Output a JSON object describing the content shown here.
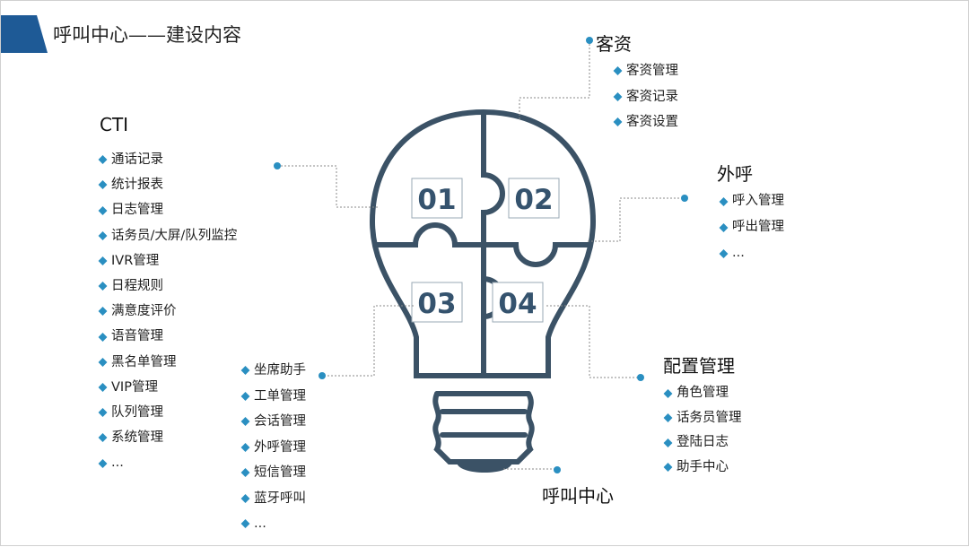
{
  "title": "呼叫中心——建设内容",
  "colors": {
    "accent": "#2a8fc1",
    "bulb": "#3b5266",
    "banner": "#1e5a96"
  },
  "center_label": "呼叫中心",
  "numbers": [
    "01",
    "02",
    "03",
    "04"
  ],
  "groups": {
    "cti": {
      "title": "CTI",
      "items": [
        "通话记录",
        "统计报表",
        "日志管理",
        "话务员/大屏/队列监控",
        "IVR管理",
        "日程规则",
        "满意度评价",
        "语音管理",
        "黑名单管理",
        "VIP管理",
        "队列管理",
        "系统管理",
        "..."
      ]
    },
    "kezi": {
      "title": "客资",
      "items": [
        "客资管理",
        "客资记录",
        "客资设置"
      ]
    },
    "waihu": {
      "title": "外呼",
      "items": [
        "呼入管理",
        "呼出管理",
        "..."
      ]
    },
    "config": {
      "title": "配置管理",
      "items": [
        "角色管理",
        "话务员管理",
        "登陆日志",
        "助手中心"
      ]
    },
    "tools": {
      "items": [
        "坐席助手",
        "工单管理",
        "会话管理",
        "外呼管理",
        "短信管理",
        "蓝牙呼叫",
        "..."
      ]
    }
  }
}
